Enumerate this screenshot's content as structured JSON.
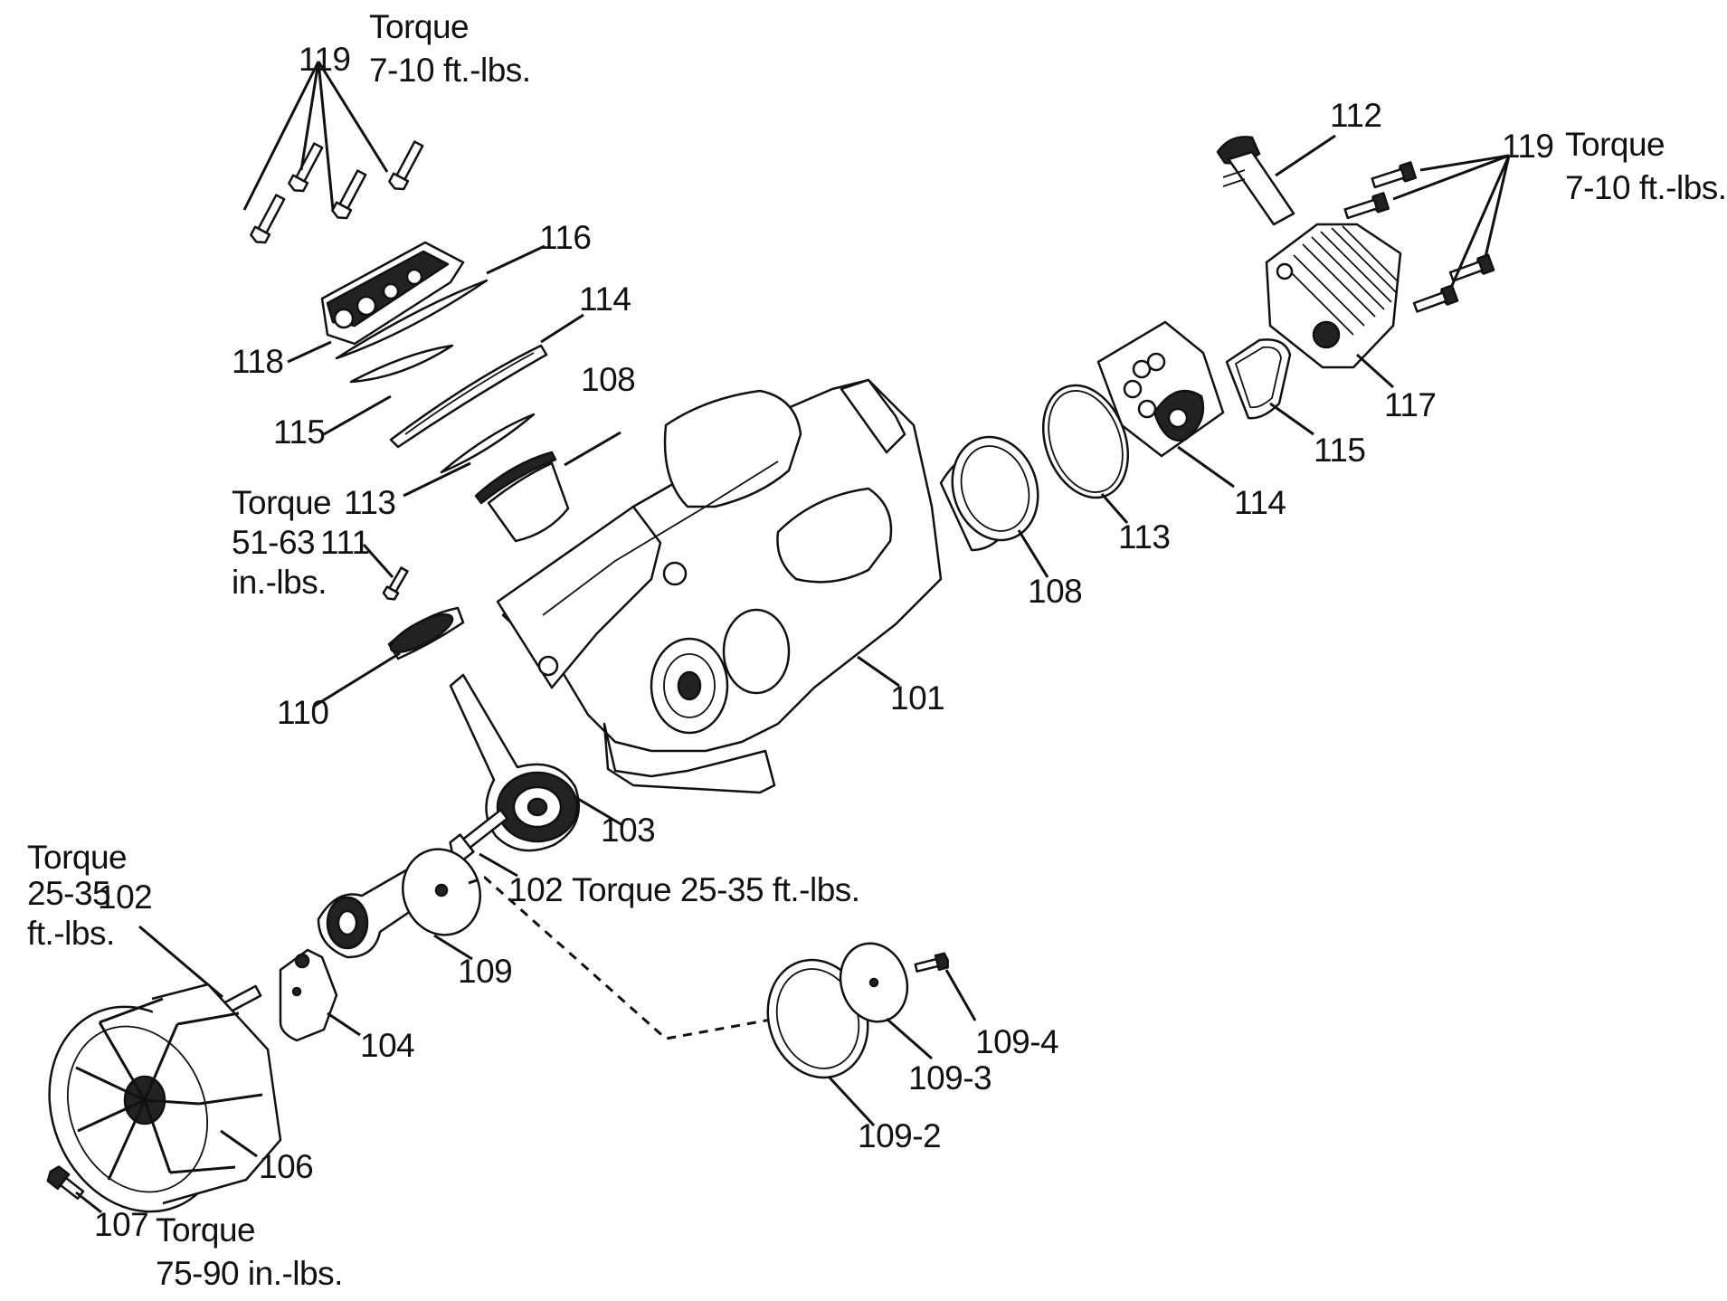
{
  "labels": {
    "l119a": "119",
    "l119a_torque1": "Torque",
    "l119a_torque2": "7-10 ft.-lbs.",
    "l116": "116",
    "l114a": "114",
    "l118": "118",
    "l108a": "108",
    "l115a": "115",
    "l113a": "113",
    "torque111_1": "Torque",
    "torque111_2": "51-63",
    "torque111_3": "in.-lbs.",
    "l111": "111",
    "l110": "110",
    "l101": "101",
    "l103": "103",
    "l112": "112",
    "l119b": "119",
    "l119b_torque1": "Torque",
    "l119b_torque2": "7-10 ft.-lbs.",
    "l117": "117",
    "l115b": "115",
    "l114b": "114",
    "l113b": "113",
    "l108b": "108",
    "torque102a_1": "Torque",
    "torque102a_2": "25-35",
    "torque102a_3": "ft.-lbs.",
    "l102a": "102",
    "l102b": "102",
    "torque102b": "Torque 25-35 ft.-lbs.",
    "l109": "109",
    "l104": "104",
    "l106": "106",
    "l107": "107",
    "torque107_1": "Torque",
    "torque107_2": "75-90 in.-lbs.",
    "l109_2": "109-2",
    "l109_3": "109-3",
    "l109_4": "109-4"
  }
}
